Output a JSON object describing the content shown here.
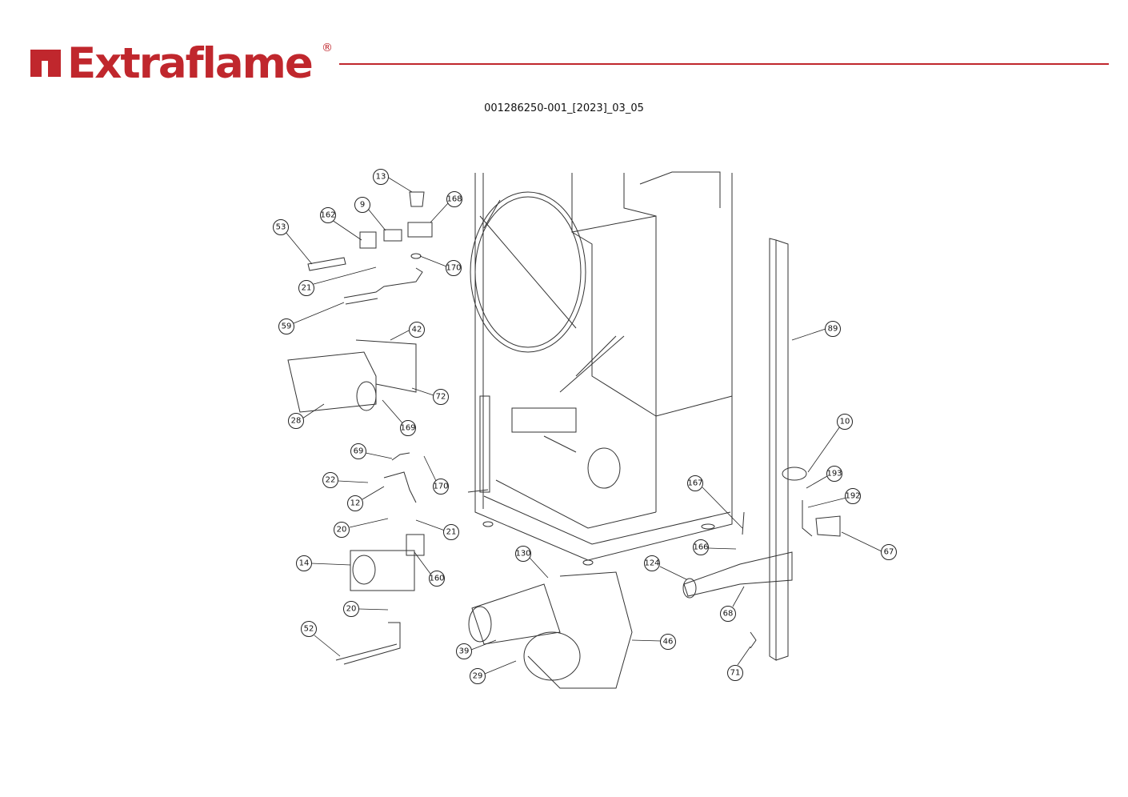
{
  "brand": {
    "name": "Extraflame",
    "registered": "®",
    "color": "#c0272d"
  },
  "document_id": "001286250-001_[2023]_03_05",
  "callouts": [
    "13",
    "168",
    "9",
    "162",
    "53",
    "170",
    "21",
    "59",
    "42",
    "72",
    "28",
    "169",
    "69",
    "170",
    "22",
    "12",
    "20",
    "21",
    "14",
    "160",
    "20",
    "52",
    "130",
    "39",
    "29",
    "46",
    "89",
    "10",
    "193",
    "192",
    "167",
    "67",
    "166",
    "124",
    "68",
    "71"
  ]
}
